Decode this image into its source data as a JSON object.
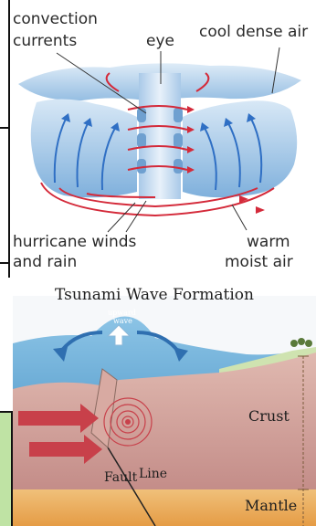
{
  "hurricane": {
    "labels": {
      "convection_currents_line1": "convection",
      "convection_currents_line2": "currents",
      "eye": "eye",
      "cool_dense_air": "cool dense air",
      "hurricane_winds_line1": "hurricane winds",
      "hurricane_winds_line2": "and rain",
      "warm_moist_air_line1": "warm",
      "warm_moist_air_line2": "moist air"
    },
    "colors": {
      "cloud": "#8fb9e0",
      "cloud_light": "#d9e8f6",
      "arrow_red": "#d42a3a",
      "arrow_blue": "#2f6fc4",
      "line": "#333333"
    }
  },
  "tsunami": {
    "title": "Tsunami Wave Formation",
    "labels": {
      "upward_wave_line1": "upward",
      "upward_wave_line2": "wave",
      "crust": "Crust",
      "fault": "Fault",
      "line": "Line",
      "mantle": "Mantle"
    },
    "colors": {
      "ocean": "#3f8fc4",
      "crust": "#c98f8a",
      "mantle": "#e9a44e",
      "arrow_red": "#c8404a",
      "wave_arrow": "#2f6fb0"
    }
  },
  "frame": {
    "border_color": "#111111",
    "green_box": "#bfe3a4"
  }
}
